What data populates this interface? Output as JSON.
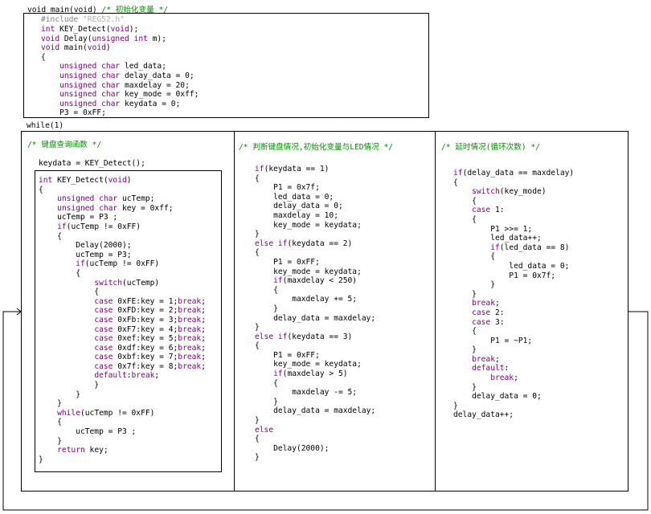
{
  "main_header": {
    "code": "void main(void)",
    "comment": "/* 初始化变量 */"
  },
  "init_block": {
    "include_directive": "#include",
    "include_file": "\"REG52.h\"",
    "lines": [
      "int KEY_Detect(void);",
      "void Delay(unsigned int m);",
      "void main(void)",
      "{",
      "    unsigned char led_data;",
      "    unsigned char delay_data = 0;",
      "    unsigned char maxdelay = 20;",
      "    unsigned char key_mode = 0xff;",
      "    unsigned char keydata = 0;",
      "    P3 = 0xFF;"
    ]
  },
  "loop_label": "while(1)",
  "columns": [
    {
      "comment": "/* 键盘查询函数 */",
      "call_line": "keydata = KEY_Detect();",
      "function_lines": [
        "int KEY_Detect(void)",
        "{",
        "    unsigned char ucTemp;",
        "    unsigned char key = 0xff;",
        "    ucTemp = P3 ;",
        "    if(ucTemp != 0xFF)",
        "    {",
        "        Delay(2000);",
        "        ucTemp = P3;",
        "        if(ucTemp != 0xFF)",
        "        {",
        "            switch(ucTemp)",
        "            {",
        "            case 0xFE:key = 1;break;",
        "            case 0xFD:key = 2;break;",
        "            case 0xFb:key = 3;break;",
        "            case 0xF7:key = 4;break;",
        "            case 0xef:key = 5;break;",
        "            case 0xdf:key = 6;break;",
        "            case 0xbf:key = 7;break;",
        "            case 0x7f:key = 8;break;",
        "            default:break;",
        "            }",
        "        }",
        "    }",
        "    while(ucTemp != 0xFF)",
        "    {",
        "        ucTemp = P3 ;",
        "    }",
        "    return key;",
        "}"
      ]
    },
    {
      "comment": "/* 判断键盘情况,初始化变量与LED情况 */",
      "lines": [
        "if(keydata == 1)",
        "{",
        "    P1 = 0x7f;",
        "    led_data = 0;",
        "    delay_data = 0;",
        "    maxdelay = 10;",
        "    key_mode = keydata;",
        "}",
        "else if(keydata == 2)",
        "{",
        "    P1 = 0xFF;",
        "    key_mode = keydata;",
        "    if(maxdelay < 250)",
        "    {",
        "        maxdelay += 5;",
        "    }",
        "    delay_data = maxdelay;",
        "}",
        "else if(keydata == 3)",
        "{",
        "    P1 = 0xFF;",
        "    key_mode = keydata;",
        "    if(maxdelay > 5)",
        "    {",
        "        maxdelay -= 5;",
        "    }",
        "    delay_data = maxdelay;",
        "}",
        "else",
        "{",
        "    Delay(2000);",
        "}"
      ]
    },
    {
      "comment": "/* 延时情况(循环次数) */",
      "lines": [
        "if(delay_data == maxdelay)",
        "{",
        "    switch(key_mode)",
        "    {",
        "    case 1:",
        "    {",
        "        P1 >>= 1;",
        "        led_data++;",
        "        if(led_data == 8)",
        "        {",
        "            led_data = 0;",
        "            P1 = 0x7f;",
        "        }",
        "    }",
        "    break;",
        "    case 2:",
        "    case 3:",
        "    {",
        "        P1 = ~P1;",
        "    }",
        "    break;",
        "    default:",
        "        break;",
        "    }",
        "    delay_data = 0;",
        "}",
        "delay_data++;"
      ]
    }
  ],
  "colors": {
    "keyword": "#800080",
    "comment": "#009000",
    "string": "#b0b0b0",
    "line": "#000000"
  }
}
